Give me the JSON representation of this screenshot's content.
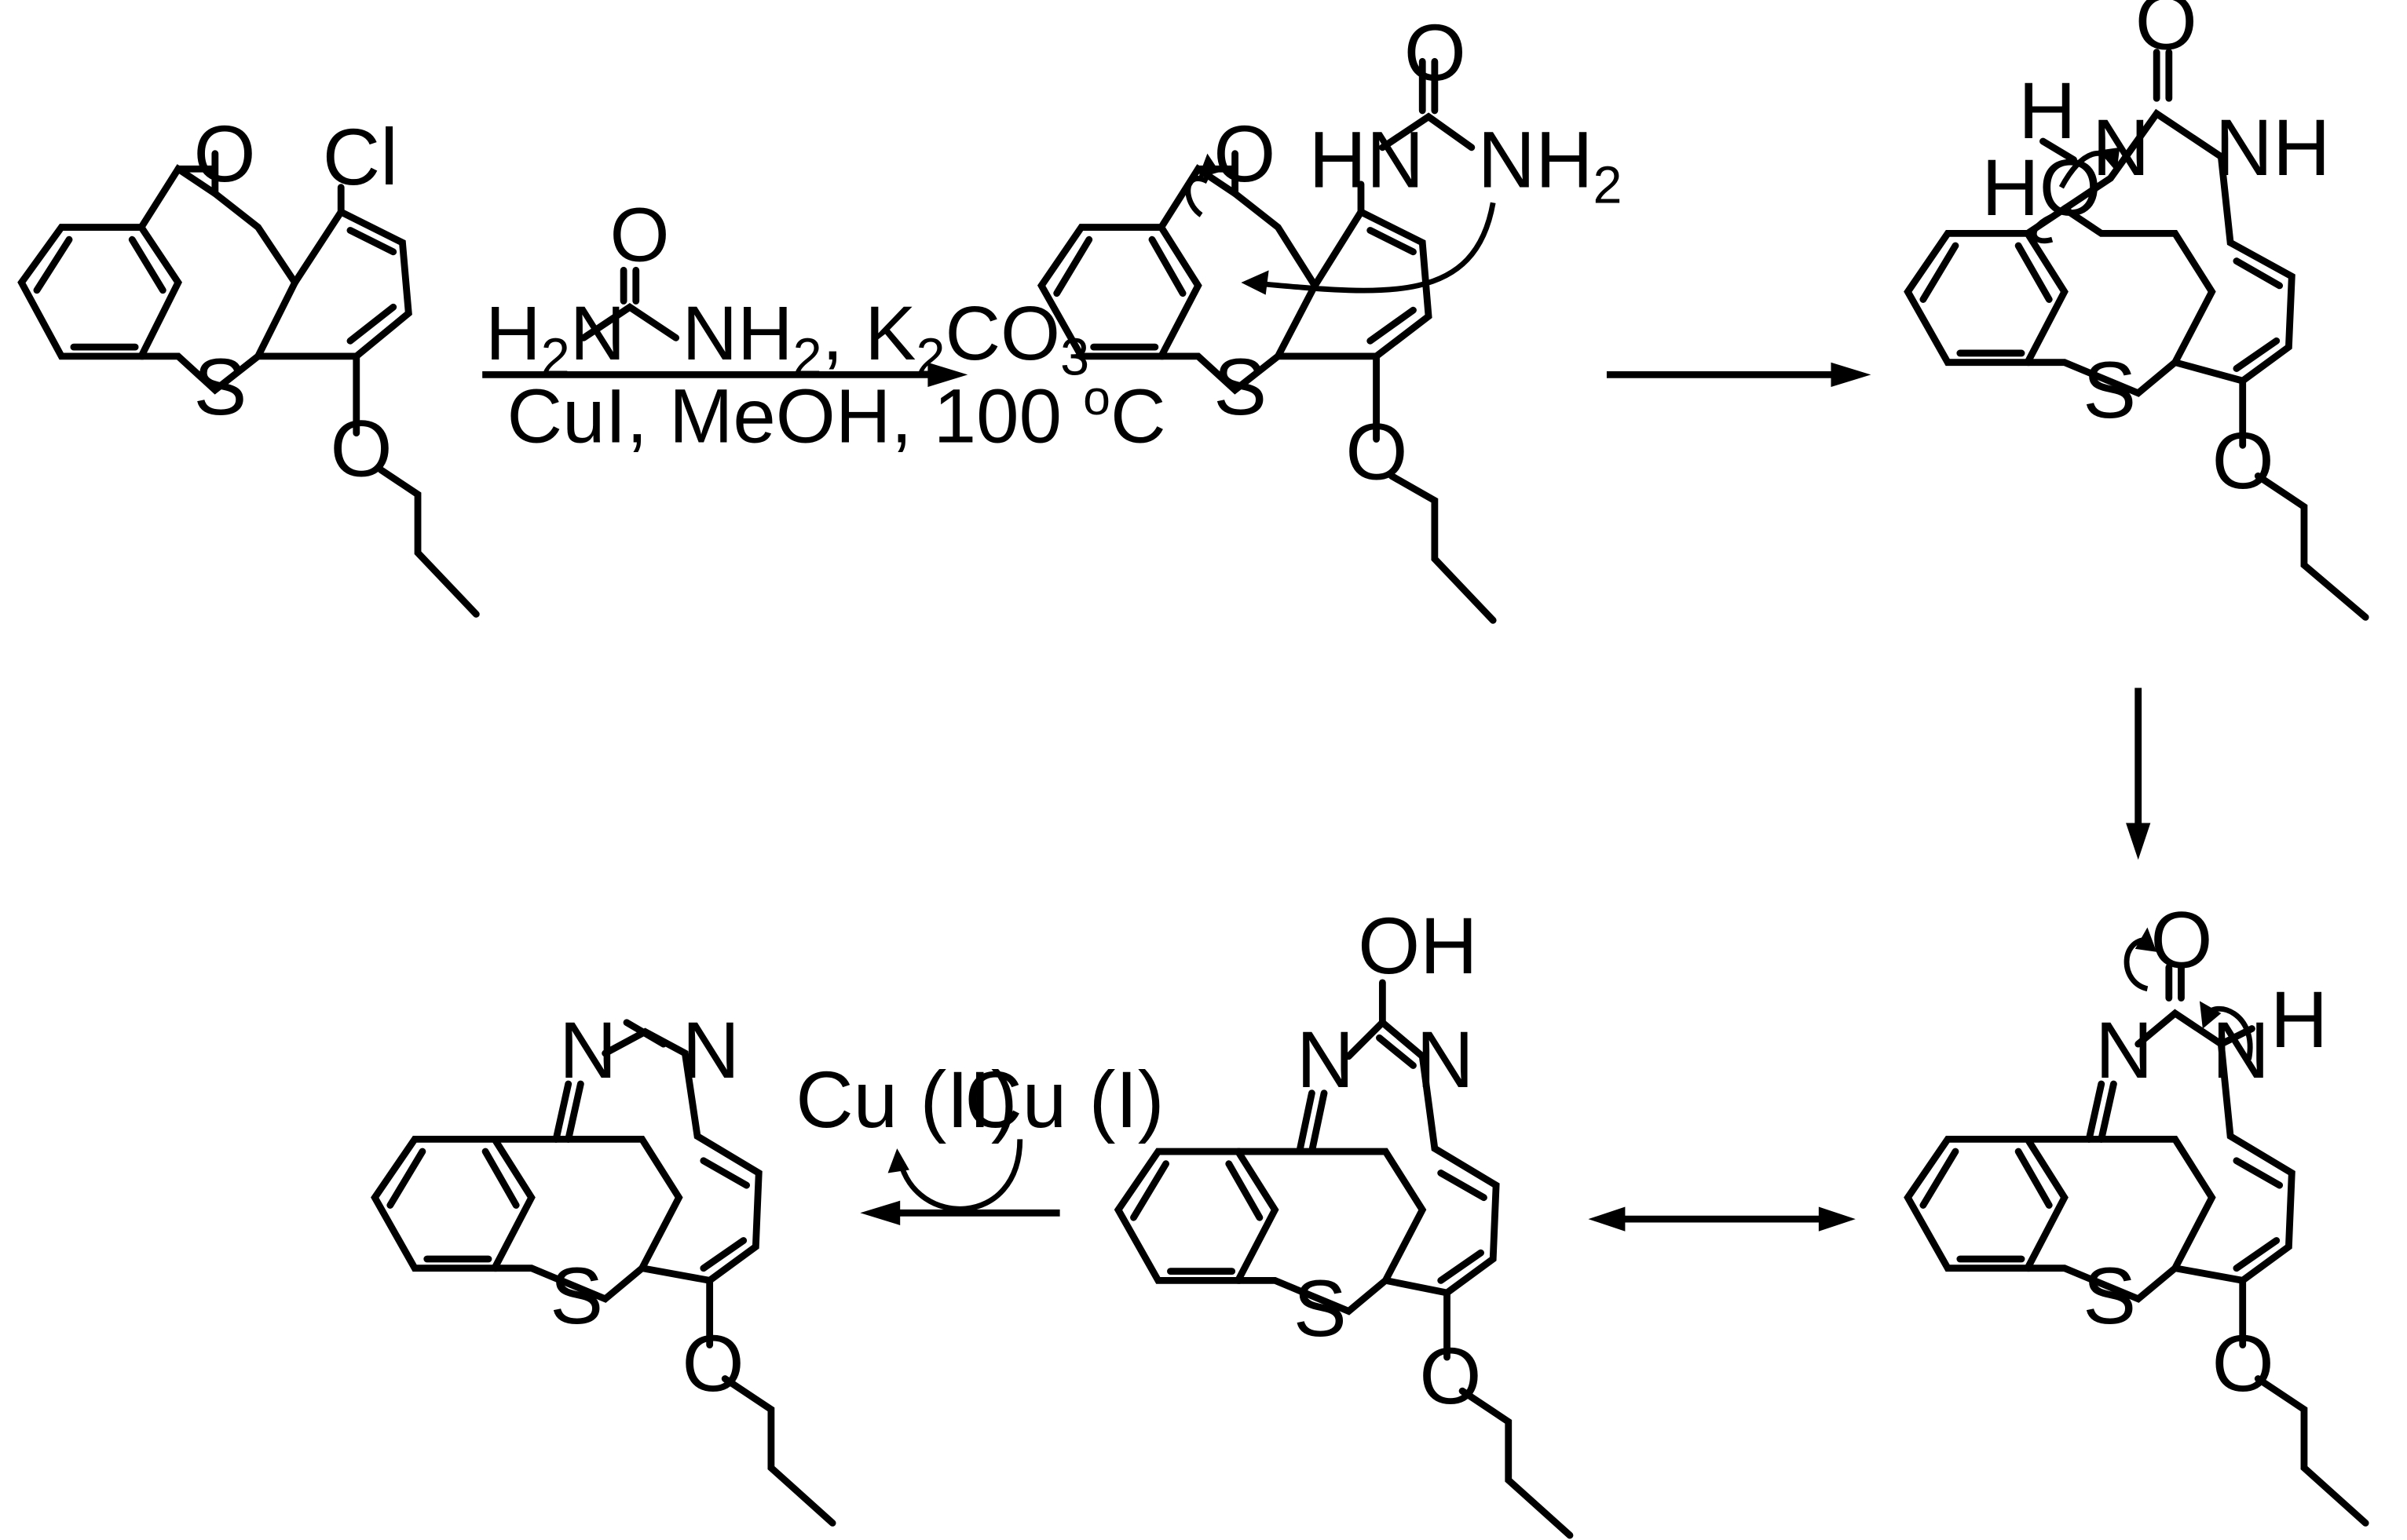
{
  "reagents": {
    "line1": "H2N(C=O)NH2, K2CO3",
    "line2": "CuI, MeOH, 100 oC",
    "urea_O": "O",
    "urea_h2n": "H",
    "urea_h2n_sub": "2",
    "urea_h2n_N": "N",
    "urea_nh2": "NH",
    "urea_nh2_sub": "2",
    "k2co3_comma": ",",
    "k2co3_K": "K",
    "k2co3_sub1": "2",
    "k2co3_CO": "CO",
    "k2co3_sub2": "3",
    "cond_text": "CuI, MeOH, 100 ",
    "cond_o": "o",
    "cond_C": "C"
  },
  "cu_labels": {
    "cu2": "Cu (II)",
    "cu1": "Cu (I)"
  },
  "atoms": {
    "O": "O",
    "Cl": "Cl",
    "S": "S",
    "N": "N",
    "H": "H",
    "HN": "HN",
    "NH": "NH",
    "NH2": "NH",
    "sub2": "2",
    "HO": "HO",
    "OH": "OH"
  }
}
